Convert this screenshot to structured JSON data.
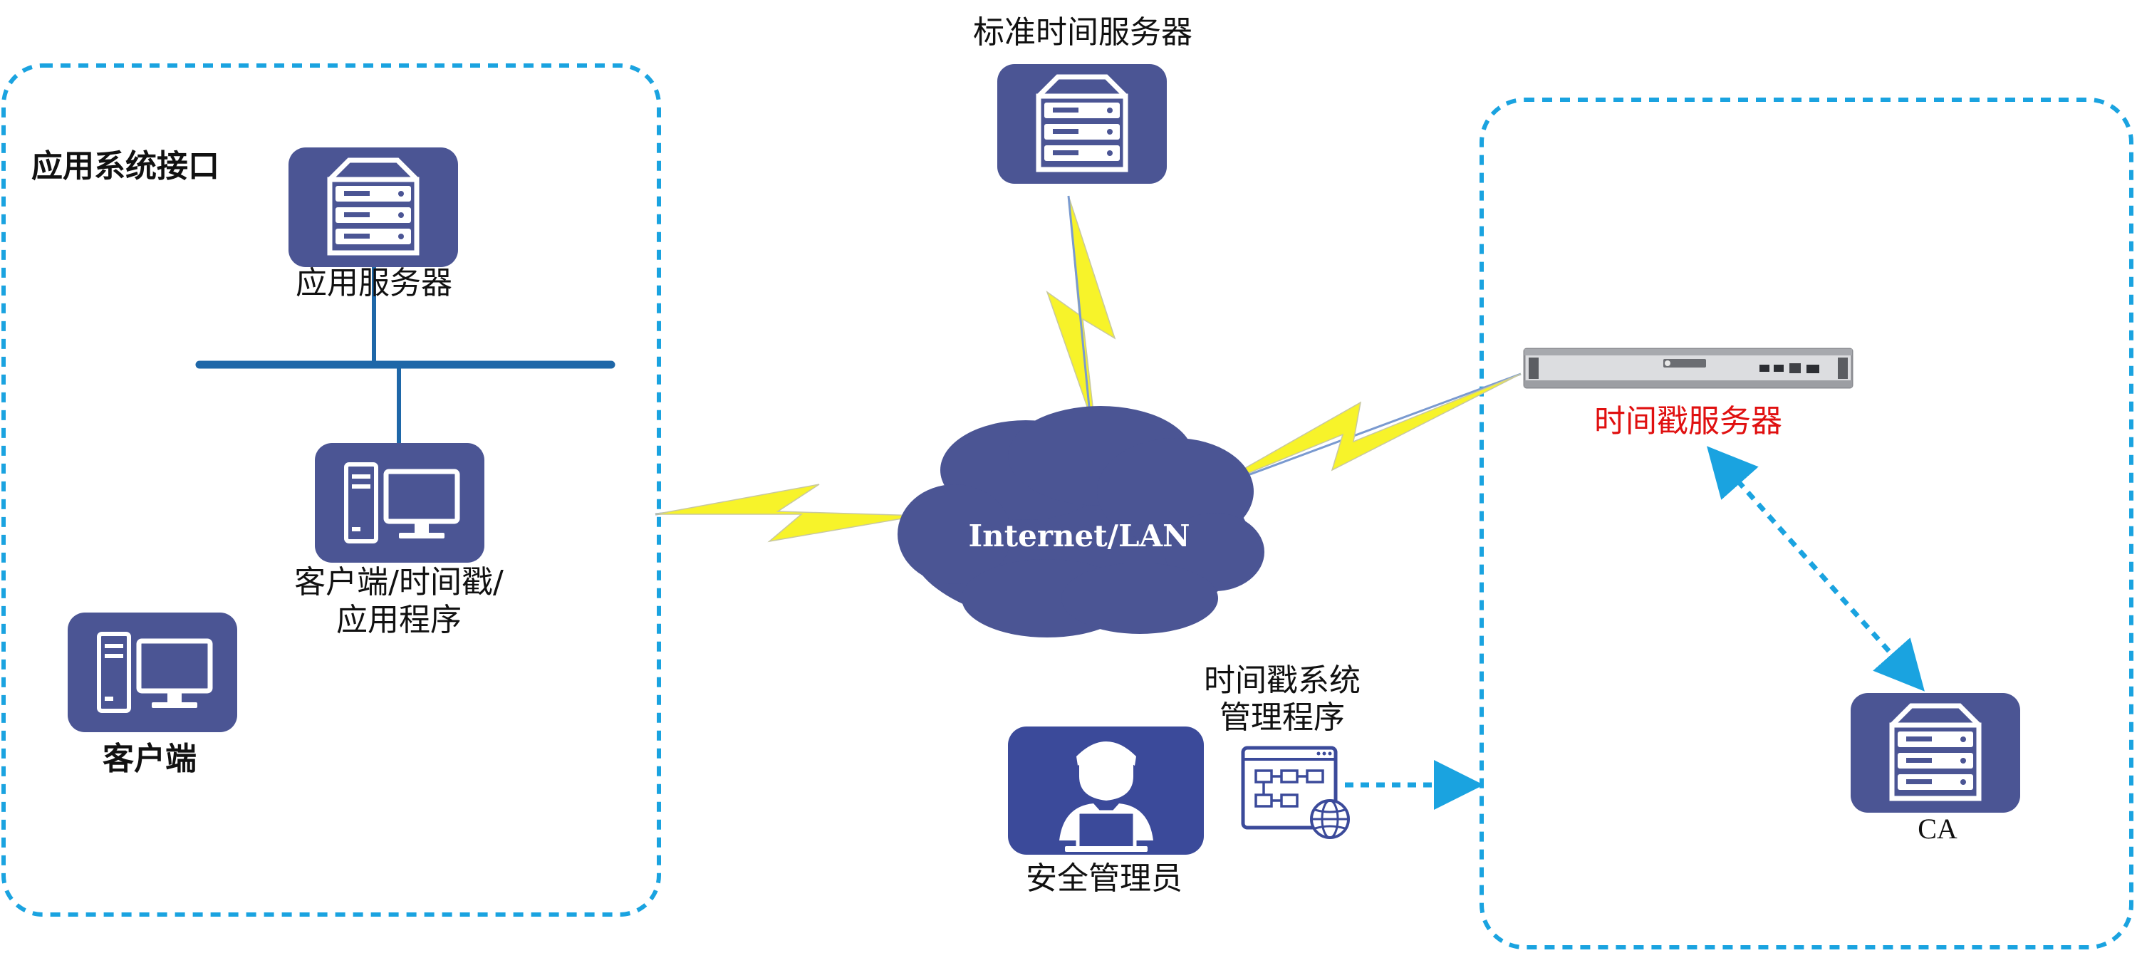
{
  "diagram": {
    "colors": {
      "dashed_border": "#1aa3e0",
      "icon_fill": "#4b5594",
      "bus_line": "#1e67a8",
      "lightning": "#f7f32a",
      "cloud": "#4b5594",
      "admin_fill": "#3b4a9a",
      "arrow": "#1aa3e0",
      "highlight_text": "#e01010"
    },
    "groups": {
      "app_interface": {
        "label": "应用系统接口"
      }
    },
    "nodes": {
      "app_server": {
        "label": "应用服务器",
        "icon": "server-icon"
      },
      "client_app": {
        "label_line1": "客户端/时间戳/",
        "label_line2": "应用程序",
        "icon": "desktop-computer-icon"
      },
      "client": {
        "label": "客户端",
        "icon": "desktop-computer-icon"
      },
      "std_time_server": {
        "label": "标准时间服务器",
        "icon": "server-icon"
      },
      "network": {
        "label": "Internet/LAN",
        "icon": "cloud-icon"
      },
      "timestamp_server": {
        "label": "时间戳服务器",
        "icon": "rack-server-icon"
      },
      "ca": {
        "label": "CA",
        "icon": "server-icon"
      },
      "mgmt_program": {
        "label_line1": "时间戳系统",
        "label_line2": "管理程序",
        "icon": "flowchart-globe-icon"
      },
      "admin": {
        "label": "安全管理员",
        "icon": "user-laptop-icon"
      }
    }
  }
}
